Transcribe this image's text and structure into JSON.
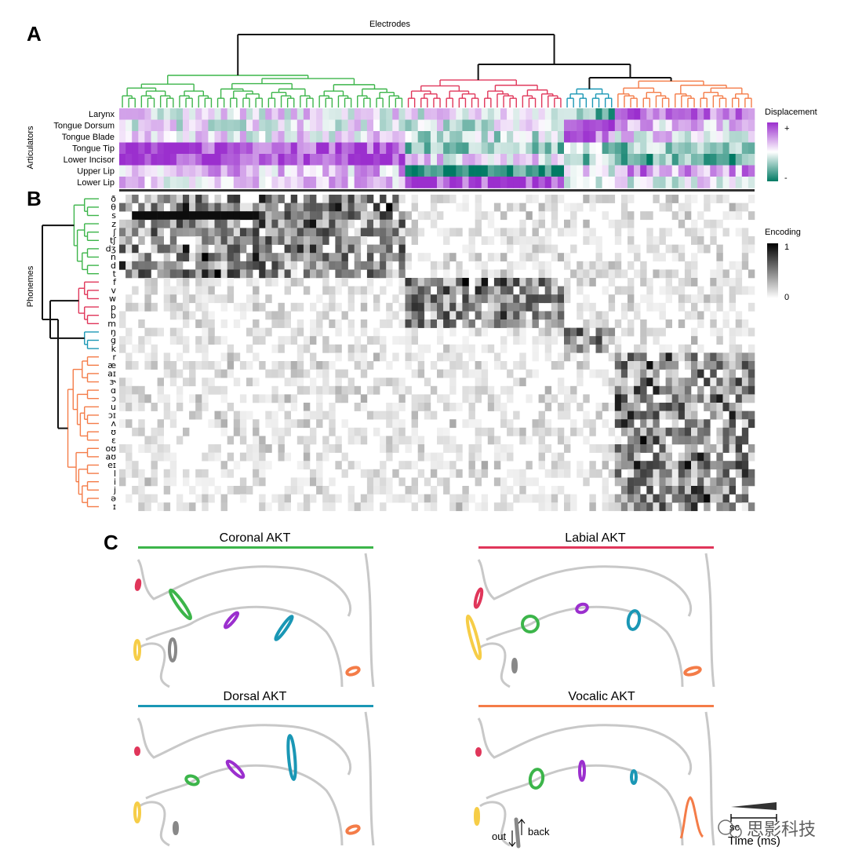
{
  "panels": {
    "a": "A",
    "b": "B",
    "c": "C"
  },
  "colors": {
    "coronal": "#3cb54a",
    "labial": "#e0365a",
    "dorsal": "#1a97b5",
    "vocalic": "#f47c48",
    "purple": "#9b2fce",
    "teal": "#007a64",
    "gray": "#c8c8c8",
    "yellow": "#f6cd47",
    "mid": "#888888"
  },
  "panel_a": {
    "electrodes_label": "Electrodes",
    "articulators_label": "Articulators",
    "articulators": [
      "Larynx",
      "Tongue Dorsum",
      "Tongue Blade",
      "Tongue Tip",
      "Lower Incisor",
      "Upper Lip",
      "Lower Lip"
    ],
    "legend": {
      "title": "Displacement",
      "plus": "+",
      "minus": "-"
    }
  },
  "panel_b": {
    "phonemes_label": "Phonemes",
    "phonemes": [
      "ð",
      "θ",
      "s",
      "z",
      "ʃ",
      "tʃ",
      "dʒ",
      "n",
      "d",
      "t",
      "f",
      "v",
      "w",
      "p",
      "b",
      "m",
      "ŋ",
      "g",
      "k",
      "r",
      "æ",
      "aɪ",
      "ɝ",
      "ɑ",
      "ɔ",
      "u",
      "ɔɪ",
      "ʌ",
      "ʊ",
      "ɛ",
      "oʊ",
      "aʊ",
      "eɪ",
      "l",
      "i",
      "j",
      "ə",
      "ɪ"
    ],
    "legend": {
      "title": "Encoding",
      "max": "1",
      "min": "0"
    }
  },
  "panel_c": {
    "plots": [
      {
        "title": "Coronal AKT",
        "color_key": "coronal"
      },
      {
        "title": "Labial AKT",
        "color_key": "labial"
      },
      {
        "title": "Dorsal AKT",
        "color_key": "dorsal"
      },
      {
        "title": "Vocalic AKT",
        "color_key": "vocalic"
      }
    ],
    "annotations": {
      "out": "out",
      "back": "back",
      "scale": "sc",
      "time": "Time (ms)"
    }
  },
  "watermark": "思影科技"
}
